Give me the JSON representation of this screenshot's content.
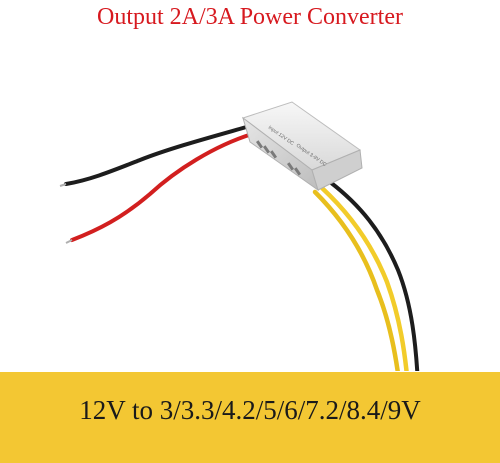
{
  "title": "Output 2A/3A Power Converter",
  "product_image": {
    "housing_label_line1": "Input 12V DC",
    "housing_label_line2": "Output 3-9V DC"
  },
  "spec_banner": "12V to 3/3.3/4.2/5/6/7.2/8.4/9V",
  "colors": {
    "title": "#d7191f",
    "banner": "#f3c733",
    "wire_red": "#d21f1f",
    "wire_black": "#1d1d1d",
    "wire_yellow": "#f2cc2a"
  }
}
